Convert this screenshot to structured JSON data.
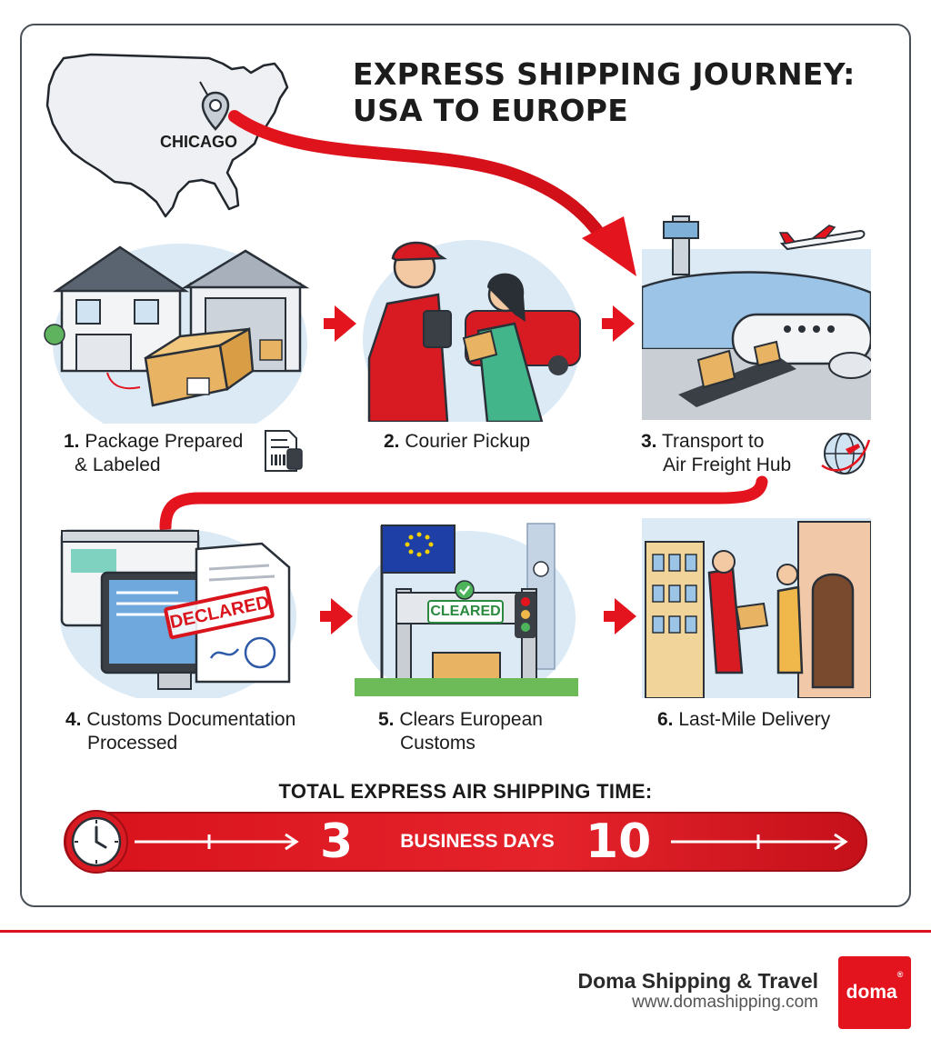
{
  "title": {
    "line1": "EXPRESS SHIPPING JOURNEY:",
    "line2": "USA TO EUROPE"
  },
  "origin": {
    "city": "CHICAGO"
  },
  "steps": [
    {
      "num": "1.",
      "line1": "Package Prepared",
      "line2": "& Labeled"
    },
    {
      "num": "2.",
      "line1": "Courier Pickup",
      "line2": ""
    },
    {
      "num": "3.",
      "line1": "Transport to",
      "line2": "Air Freight Hub"
    },
    {
      "num": "4.",
      "line1": "Customs Documentation",
      "line2": "Processed"
    },
    {
      "num": "5.",
      "line1": "Clears European",
      "line2": "Customs"
    },
    {
      "num": "6.",
      "line1": "Last-Mile Delivery",
      "line2": ""
    }
  ],
  "stamps": {
    "declared": "DECLARED",
    "cleared": "CLEARED"
  },
  "total": {
    "heading": "TOTAL EXPRESS AIR SHIPPING TIME:",
    "min_days": "3",
    "unit": "BUSINESS DAYS",
    "max_days": "10"
  },
  "footer": {
    "brand": "Doma Shipping & Travel",
    "url": "www.domashipping.com",
    "logo": "doma",
    "logo_mark": "®"
  },
  "icons": [
    "map-pin-icon",
    "barcode-label-icon",
    "globe-plane-icon",
    "clock-icon",
    "airplane-icon",
    "eu-flag-icon",
    "check-icon"
  ],
  "colors": {
    "accent_red": "#e3141d",
    "text_dark": "#1b1b1b",
    "sky_blue": "#dbeaf5",
    "box_tan": "#e8b464"
  }
}
